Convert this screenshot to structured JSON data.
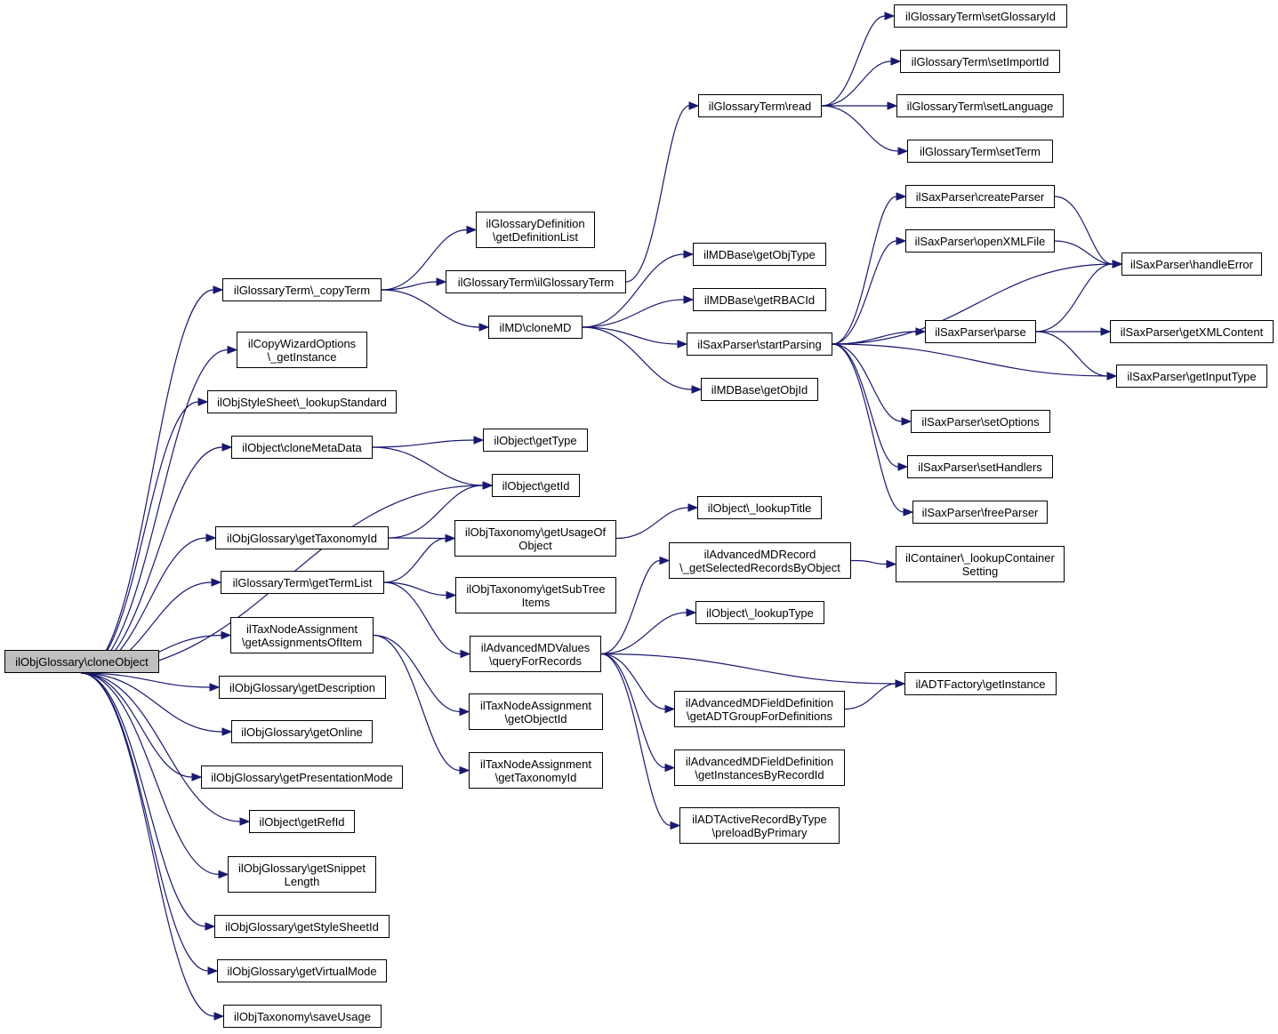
{
  "graph": {
    "root": "n_root",
    "colors": {
      "edge": "#191970",
      "node_border": "#000000",
      "node_fill": "#ffffff",
      "root_fill": "#bfbfbf"
    },
    "nodes": {
      "n_root": "ilObjGlossary\\cloneObject",
      "n_copyTerm": "ilGlossaryTerm\\_copyTerm",
      "n_cwGetInstance": "ilCopyWizardOptions\n\\_getInstance",
      "n_lookupStandard": "ilObjStyleSheet\\_lookupStandard",
      "n_cloneMetaData": "ilObject\\cloneMetaData",
      "n_objGetTaxonomyId": "ilObjGlossary\\getTaxonomyId",
      "n_getTermList": "ilGlossaryTerm\\getTermList",
      "n_getAssignmentsOfItem": "ilTaxNodeAssignment\n\\getAssignmentsOfItem",
      "n_getDescription": "ilObjGlossary\\getDescription",
      "n_getOnline": "ilObjGlossary\\getOnline",
      "n_getPresentationMode": "ilObjGlossary\\getPresentationMode",
      "n_getRefId": "ilObject\\getRefId",
      "n_getSnippetLength": "ilObjGlossary\\getSnippet\nLength",
      "n_getStyleSheetId": "ilObjGlossary\\getStyleSheetId",
      "n_getVirtualMode": "ilObjGlossary\\getVirtualMode",
      "n_saveUsage": "ilObjTaxonomy\\saveUsage",
      "n_getDefinitionList": "ilGlossaryDefinition\n\\getDefinitionList",
      "n_ilGlossaryTerm": "ilGlossaryTerm\\ilGlossaryTerm",
      "n_cloneMD": "ilMD\\cloneMD",
      "n_getType": "ilObject\\getType",
      "n_getId": "ilObject\\getId",
      "n_getUsageOfObject": "ilObjTaxonomy\\getUsageOf\nObject",
      "n_getSubTreeItems": "ilObjTaxonomy\\getSubTree\nItems",
      "n_queryForRecords": "ilAdvancedMDValues\n\\queryForRecords",
      "n_taxGetObjectId": "ilTaxNodeAssignment\n\\getObjectId",
      "n_taxGetTaxonomyId": "ilTaxNodeAssignment\n\\getTaxonomyId",
      "n_termRead": "ilGlossaryTerm\\read",
      "n_mdGetObjType": "ilMDBase\\getObjType",
      "n_mdGetRBACId": "ilMDBase\\getRBACId",
      "n_startParsing": "ilSaxParser\\startParsing",
      "n_mdGetObjId": "ilMDBase\\getObjId",
      "n_lookupTitle": "ilObject\\_lookupTitle",
      "n_getSelectedRecords": "ilAdvancedMDRecord\n\\_getSelectedRecordsByObject",
      "n_lookupType": "ilObject\\_lookupType",
      "n_getADTGroup": "ilAdvancedMDFieldDefinition\n\\getADTGroupForDefinitions",
      "n_getInstancesByRecordId": "ilAdvancedMDFieldDefinition\n\\getInstancesByRecordId",
      "n_preloadByPrimary": "ilADTActiveRecordByType\n\\preloadByPrimary",
      "n_setGlossaryId": "ilGlossaryTerm\\setGlossaryId",
      "n_setImportId": "ilGlossaryTerm\\setImportId",
      "n_setLanguage": "ilGlossaryTerm\\setLanguage",
      "n_setTerm": "ilGlossaryTerm\\setTerm",
      "n_createParser": "ilSaxParser\\createParser",
      "n_openXMLFile": "ilSaxParser\\openXMLFile",
      "n_parse": "ilSaxParser\\parse",
      "n_setOptions": "ilSaxParser\\setOptions",
      "n_setHandlers": "ilSaxParser\\setHandlers",
      "n_freeParser": "ilSaxParser\\freeParser",
      "n_lookupContainerSetting": "ilContainer\\_lookupContainer\nSetting",
      "n_adtGetInstance": "ilADTFactory\\getInstance",
      "n_handleError": "ilSaxParser\\handleError",
      "n_getXMLContent": "ilSaxParser\\getXMLContent",
      "n_getInputType": "ilSaxParser\\getInputType"
    },
    "edges": [
      [
        "n_root",
        "n_copyTerm"
      ],
      [
        "n_root",
        "n_cwGetInstance"
      ],
      [
        "n_root",
        "n_lookupStandard"
      ],
      [
        "n_root",
        "n_cloneMetaData"
      ],
      [
        "n_root",
        "n_getId"
      ],
      [
        "n_root",
        "n_objGetTaxonomyId"
      ],
      [
        "n_root",
        "n_getTermList"
      ],
      [
        "n_root",
        "n_getAssignmentsOfItem"
      ],
      [
        "n_root",
        "n_getDescription"
      ],
      [
        "n_root",
        "n_getOnline"
      ],
      [
        "n_root",
        "n_getPresentationMode"
      ],
      [
        "n_root",
        "n_getRefId"
      ],
      [
        "n_root",
        "n_getSnippetLength"
      ],
      [
        "n_root",
        "n_getStyleSheetId"
      ],
      [
        "n_root",
        "n_getVirtualMode"
      ],
      [
        "n_root",
        "n_saveUsage"
      ],
      [
        "n_copyTerm",
        "n_getDefinitionList"
      ],
      [
        "n_copyTerm",
        "n_ilGlossaryTerm"
      ],
      [
        "n_copyTerm",
        "n_cloneMD"
      ],
      [
        "n_ilGlossaryTerm",
        "n_termRead"
      ],
      [
        "n_termRead",
        "n_setGlossaryId"
      ],
      [
        "n_termRead",
        "n_setImportId"
      ],
      [
        "n_termRead",
        "n_setLanguage"
      ],
      [
        "n_termRead",
        "n_setTerm"
      ],
      [
        "n_cloneMD",
        "n_mdGetObjType"
      ],
      [
        "n_cloneMD",
        "n_mdGetRBACId"
      ],
      [
        "n_cloneMD",
        "n_startParsing"
      ],
      [
        "n_cloneMD",
        "n_mdGetObjId"
      ],
      [
        "n_startParsing",
        "n_createParser"
      ],
      [
        "n_startParsing",
        "n_openXMLFile"
      ],
      [
        "n_startParsing",
        "n_handleError"
      ],
      [
        "n_startParsing",
        "n_parse"
      ],
      [
        "n_startParsing",
        "n_getInputType"
      ],
      [
        "n_startParsing",
        "n_setOptions"
      ],
      [
        "n_startParsing",
        "n_setHandlers"
      ],
      [
        "n_startParsing",
        "n_freeParser"
      ],
      [
        "n_createParser",
        "n_handleError"
      ],
      [
        "n_openXMLFile",
        "n_handleError"
      ],
      [
        "n_parse",
        "n_handleError"
      ],
      [
        "n_parse",
        "n_getXMLContent"
      ],
      [
        "n_parse",
        "n_getInputType"
      ],
      [
        "n_cloneMetaData",
        "n_getType"
      ],
      [
        "n_cloneMetaData",
        "n_getId"
      ],
      [
        "n_objGetTaxonomyId",
        "n_getId"
      ],
      [
        "n_objGetTaxonomyId",
        "n_getUsageOfObject"
      ],
      [
        "n_getUsageOfObject",
        "n_lookupTitle"
      ],
      [
        "n_getTermList",
        "n_getUsageOfObject"
      ],
      [
        "n_getTermList",
        "n_getSubTreeItems"
      ],
      [
        "n_getTermList",
        "n_queryForRecords"
      ],
      [
        "n_queryForRecords",
        "n_getSelectedRecords"
      ],
      [
        "n_queryForRecords",
        "n_lookupType"
      ],
      [
        "n_queryForRecords",
        "n_adtGetInstance"
      ],
      [
        "n_queryForRecords",
        "n_getADTGroup"
      ],
      [
        "n_queryForRecords",
        "n_getInstancesByRecordId"
      ],
      [
        "n_queryForRecords",
        "n_preloadByPrimary"
      ],
      [
        "n_getSelectedRecords",
        "n_lookupContainerSetting"
      ],
      [
        "n_getADTGroup",
        "n_adtGetInstance"
      ],
      [
        "n_getAssignmentsOfItem",
        "n_taxGetObjectId"
      ],
      [
        "n_getAssignmentsOfItem",
        "n_taxGetTaxonomyId"
      ]
    ]
  }
}
